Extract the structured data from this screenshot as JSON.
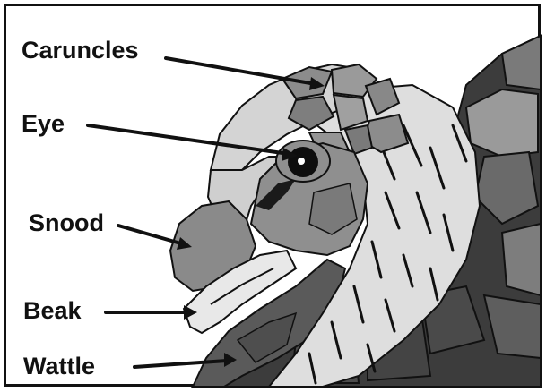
{
  "labels": {
    "caruncles": "Caruncles",
    "eye": "Eye",
    "snood": "Snood",
    "beak": "Beak",
    "wattle": "Wattle"
  },
  "colors": {
    "caruncle_gray": "#8c8c8c",
    "head_light": "#d4d4d4",
    "neck_light": "#dedede",
    "face_mid": "#8f8f8f",
    "snood": "#8a8a8a",
    "wattle_dark": "#5a5a5a",
    "body_dark": "#3c3c3c",
    "outline": "#111111"
  }
}
